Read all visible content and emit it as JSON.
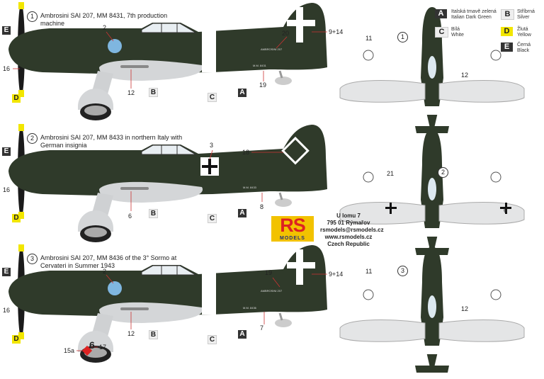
{
  "colors": {
    "dark_green": "#2f3a2a",
    "silver": "#d4d6d8",
    "white": "#ffffff",
    "yellow": "#f2e600",
    "black": "#1a1a1a"
  },
  "legend": [
    {
      "code": "A",
      "cz": "Italská tmavě zelená",
      "en": "Italian Dark Green"
    },
    {
      "code": "B",
      "cz": "Stříbrná",
      "en": "Silver"
    },
    {
      "code": "C",
      "cz": "Bílá",
      "en": "White"
    },
    {
      "code": "D",
      "cz": "Žlutá",
      "en": "Yellow"
    },
    {
      "code": "E",
      "cz": "Černá",
      "en": "Black"
    }
  ],
  "address": {
    "line1": "U lomu 7",
    "line2": "795 01 Rýmařov",
    "line3": "rsmodels@rsmodels.cz",
    "line4": "www.rsmodels.cz",
    "line5": "Czech Republic"
  },
  "logo": {
    "r": "R",
    "s": "S",
    "models": "MODELS"
  },
  "profiles": [
    {
      "number": "1",
      "title": "Ambrosini SAI 207, MM 8431, 7th production machine",
      "serial": "M.M. 8431",
      "tail_text": "AMBROSINI 207",
      "callouts": {
        "a": "2",
        "b": "20",
        "c": "9+14",
        "d": "16",
        "e": "12",
        "f": "19"
      }
    },
    {
      "number": "2",
      "title": "Ambrosini SAI 207, MM 8433 in northern Italy with German insignia",
      "serial": "M.M. 8433",
      "callouts": {
        "a": "3",
        "b": "18",
        "d": "16",
        "e": "6",
        "f": "8"
      }
    },
    {
      "number": "3",
      "title": "Ambrosini SAI 207, MM 8436 of the 3° Sormo at Cervateri in Summer 1943",
      "serial": "M.M. 8436",
      "tail_text": "AMBROSINI 207",
      "callouts": {
        "a": "2",
        "b": "19",
        "c": "9+14",
        "d": "16",
        "e": "12",
        "f": "7",
        "g": "15a",
        "h": "17"
      },
      "wheel_marking": "6"
    }
  ],
  "topviews": [
    {
      "number": "1",
      "callouts": [
        "11",
        "12"
      ]
    },
    {
      "number": "2",
      "callouts": [
        "21",
        "6"
      ]
    },
    {
      "number": "3",
      "callouts": [
        "11",
        "12"
      ]
    }
  ],
  "paint_codes": {
    "A": "A",
    "B": "B",
    "C": "C",
    "D": "D",
    "E": "E"
  }
}
